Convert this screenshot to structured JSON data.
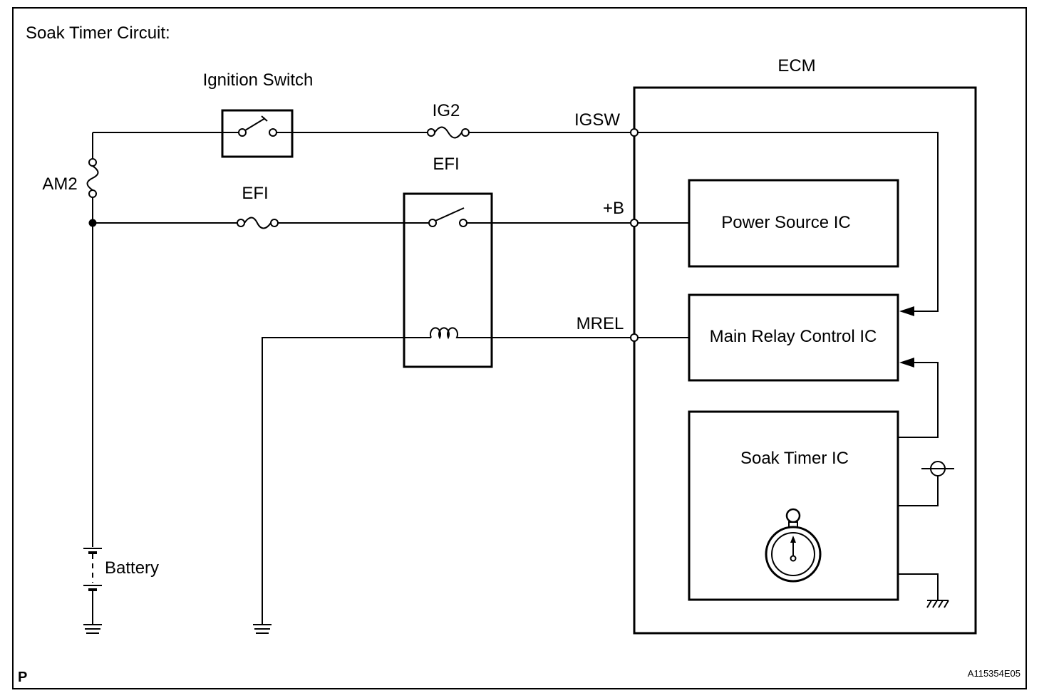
{
  "title": "Soak Timer Circuit:",
  "components": {
    "ignition_switch": "Ignition Switch",
    "ig2_fuse": "IG2",
    "am2_fuse": "AM2",
    "efi_fuse": "EFI",
    "efi_relay": "EFI",
    "battery": "Battery",
    "ecm": "ECM"
  },
  "terminals": {
    "igsw": "IGSW",
    "b": "+B",
    "mrel": "MREL"
  },
  "ecm_blocks": {
    "power_source": "Power Source IC",
    "main_relay_control": "Main Relay Control IC",
    "soak_timer": "Soak Timer IC"
  },
  "icons": {
    "soak_timer": "stopwatch-icon",
    "ground": "ground-icon",
    "chassis_ground": "chassis-ground-icon",
    "backup_supply": "backup-supply-icon"
  },
  "footer": {
    "page_marker": "P",
    "figure_id": "A115354E05"
  },
  "colors": {
    "line": "#000000",
    "background": "#ffffff"
  }
}
